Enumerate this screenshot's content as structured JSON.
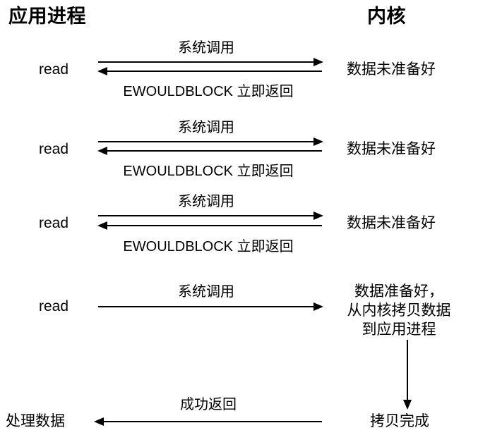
{
  "diagram": {
    "title_left": "应用进程",
    "title_right": "内核",
    "colors": {
      "background": "#ffffff",
      "stroke": "#000000",
      "text": "#000000"
    }
  },
  "rounds": [
    {
      "caller_label": "read",
      "request_label": "系统调用",
      "response_label": "EWOULDBLOCK 立即返回",
      "kernel_state": "数据未准备好"
    },
    {
      "caller_label": "read",
      "request_label": "系统调用",
      "response_label": "EWOULDBLOCK 立即返回",
      "kernel_state": "数据未准备好"
    },
    {
      "caller_label": "read",
      "request_label": "系统调用",
      "response_label": "EWOULDBLOCK 立即返回",
      "kernel_state": "数据未准备好"
    }
  ],
  "final_round": {
    "caller_label": "read",
    "request_label": "系统调用",
    "kernel_state_line1": "数据准备好，",
    "kernel_state_line2": "从内核拷贝数据",
    "kernel_state_line3": "到应用进程",
    "copy_done_label": "拷贝完成",
    "return_label": "成功返回",
    "result_label": "处理数据"
  }
}
